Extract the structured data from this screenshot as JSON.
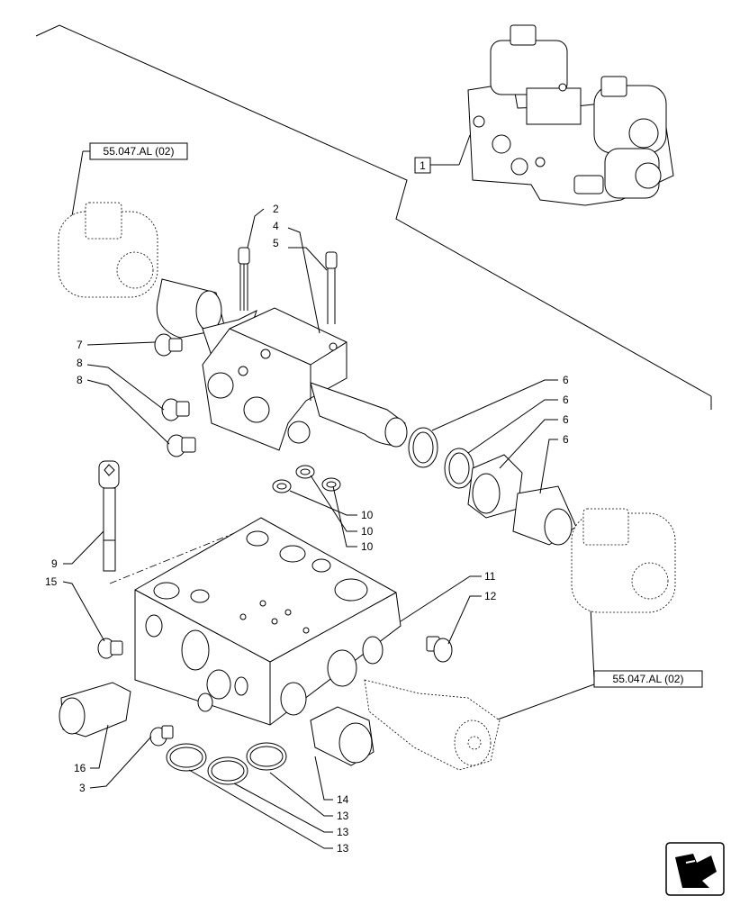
{
  "callouts": {
    "c1": "1",
    "c2": "2",
    "c3": "3",
    "c4": "4",
    "c5": "5",
    "c6a": "6",
    "c6b": "6",
    "c6c": "6",
    "c6d": "6",
    "c7": "7",
    "c8a": "8",
    "c8b": "8",
    "c9": "9",
    "c10a": "10",
    "c10b": "10",
    "c10c": "10",
    "c11": "11",
    "c12": "12",
    "c13a": "13",
    "c13b": "13",
    "c13c": "13",
    "c14": "14",
    "c15": "15",
    "c16": "16"
  },
  "references": {
    "ref_top": "55.047.AL (02)",
    "ref_bottom": "55.047.AL (02)"
  },
  "icons": {
    "nav": "next-page-arrow-icon"
  }
}
